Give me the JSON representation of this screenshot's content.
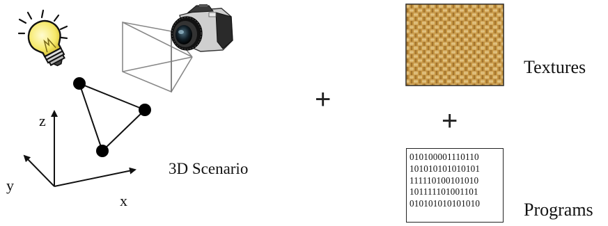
{
  "labels": {
    "axis_z": "z",
    "axis_y": "y",
    "axis_x": "x",
    "scenario": "3D Scenario",
    "textures": "Textures",
    "programs": "Programs"
  },
  "operators": {
    "plus_main": "+",
    "plus_right": "+"
  },
  "program_code": {
    "lines": [
      "010100001110110",
      "101010101010101",
      "111110100101010",
      "101111101001101",
      "010101010101010"
    ]
  },
  "icons": {
    "light": "light-bulb-icon",
    "camera": "camera-icon",
    "texture": "fabric-texture-swatch"
  },
  "colors": {
    "bulb_yellow": "#f6e96a",
    "texture_base": "#c99a45",
    "texture_dark": "#8a5e22",
    "texture_light": "#efd9a2",
    "ink": "#111111"
  }
}
